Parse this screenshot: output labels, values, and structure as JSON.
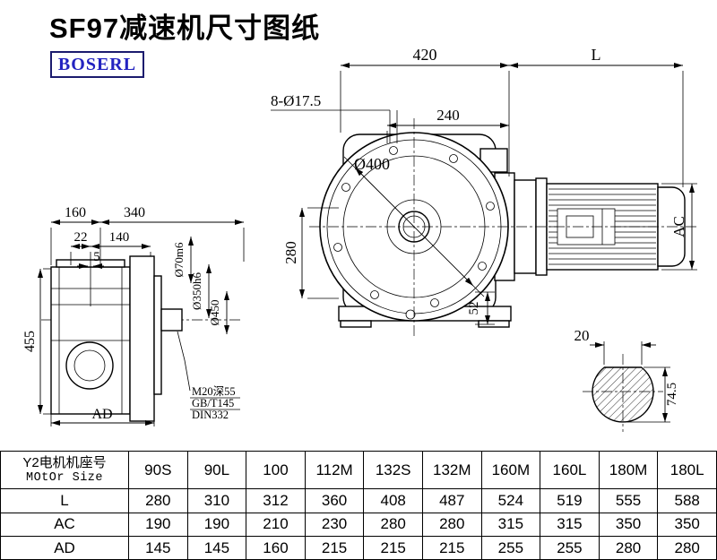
{
  "title": "SF97减速机尺寸图纸",
  "brand": "BOSERL",
  "colors": {
    "brand_text": "#2323c0",
    "brand_border": "#1b1b6e"
  },
  "dimensions": {
    "top_width": "420",
    "motor_length": "L",
    "bolt_holes": "8-Ø17.5",
    "flange_to_motor": "240",
    "bolt_circle_dia": "Ø400",
    "center_height": "280",
    "foot_dim": "52",
    "motor_height": "AC",
    "side_width_left": "160",
    "side_width_right": "340",
    "shoulder_22": "22",
    "shoulder_140": "140",
    "gap_5": "5",
    "total_height": "455",
    "body_width": "AD",
    "shaft_dia": "Ø70m6",
    "spigot_dia": "Ø350h6",
    "flange_dia": "Ø450",
    "tap_note": "M20深55",
    "std_note_1": "GB/T145",
    "std_note_2": "DIN332",
    "key_width": "20",
    "shaft_section_height": "74.5"
  },
  "table": {
    "corner_line1": "Y2电机机座号",
    "corner_line2": "MOtOr Size",
    "columns": [
      "90S",
      "90L",
      "100",
      "112M",
      "132S",
      "132M",
      "160M",
      "160L",
      "180M",
      "180L"
    ],
    "rows": [
      {
        "label": "L",
        "values": [
          "280",
          "310",
          "312",
          "360",
          "408",
          "487",
          "524",
          "519",
          "555",
          "588"
        ]
      },
      {
        "label": "AC",
        "values": [
          "190",
          "190",
          "210",
          "230",
          "280",
          "280",
          "315",
          "315",
          "350",
          "350"
        ]
      },
      {
        "label": "AD",
        "values": [
          "145",
          "145",
          "160",
          "215",
          "215",
          "215",
          "255",
          "255",
          "280",
          "280"
        ]
      }
    ]
  }
}
